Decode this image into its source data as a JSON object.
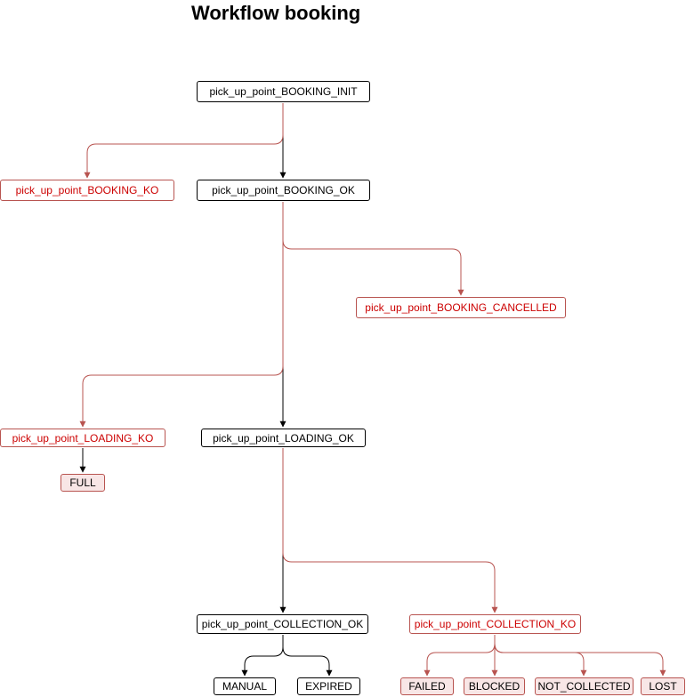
{
  "title": "Workflow booking",
  "colors": {
    "normal_edge": "#000000",
    "error_edge": "#b85450",
    "error_text": "#cc0000",
    "error_fill": "#f8e6e6",
    "normal_fill": "#ffffff"
  },
  "nodes": {
    "booking_init": "pick_up_point_BOOKING_INIT",
    "booking_ko": "pick_up_point_BOOKING_KO",
    "booking_ok": "pick_up_point_BOOKING_OK",
    "booking_cancelled": "pick_up_point_BOOKING_CANCELLED",
    "loading_ko": "pick_up_point_LOADING_KO",
    "loading_ok": "pick_up_point_LOADING_OK",
    "full": "FULL",
    "collection_ok": "pick_up_point_COLLECTION_OK",
    "collection_ko": "pick_up_point_COLLECTION_KO",
    "manual": "MANUAL",
    "expired": "EXPIRED",
    "failed": "FAILED",
    "blocked": "BLOCKED",
    "not_collected": "NOT_COLLECTED",
    "lost": "LOST"
  },
  "edges": [
    {
      "from": "booking_init",
      "to": "booking_ok",
      "kind": "normal"
    },
    {
      "from": "booking_init",
      "to": "booking_ko",
      "kind": "error"
    },
    {
      "from": "booking_ok",
      "to": "booking_cancelled",
      "kind": "error"
    },
    {
      "from": "booking_ok",
      "to": "loading_ok",
      "kind": "normal"
    },
    {
      "from": "booking_ok",
      "to": "loading_ko",
      "kind": "error"
    },
    {
      "from": "loading_ko",
      "to": "full",
      "kind": "normal"
    },
    {
      "from": "loading_ok",
      "to": "collection_ok",
      "kind": "normal"
    },
    {
      "from": "loading_ok",
      "to": "collection_ko",
      "kind": "error"
    },
    {
      "from": "collection_ok",
      "to": "manual",
      "kind": "normal"
    },
    {
      "from": "collection_ok",
      "to": "expired",
      "kind": "normal"
    },
    {
      "from": "collection_ko",
      "to": "failed",
      "kind": "error"
    },
    {
      "from": "collection_ko",
      "to": "blocked",
      "kind": "error"
    },
    {
      "from": "collection_ko",
      "to": "not_collected",
      "kind": "error"
    },
    {
      "from": "collection_ko",
      "to": "lost",
      "kind": "error"
    }
  ]
}
